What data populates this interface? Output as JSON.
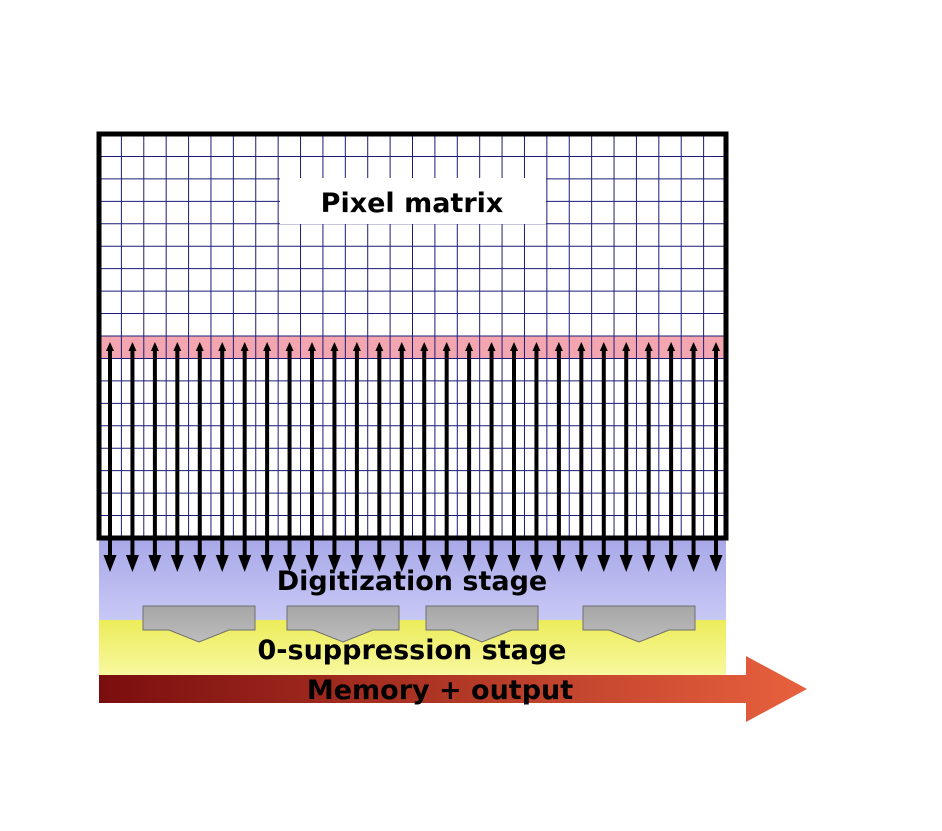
{
  "labels": {
    "pixel_matrix": "Pixel matrix",
    "digitization": "Digitization stage",
    "suppression": "0-suppression stage",
    "memory_output": "Memory + output"
  },
  "colors": {
    "grid_line": "#1c1c78",
    "selected_row": "#f4a6b0",
    "digitization_top": "#a8a8e8",
    "digitization_bottom": "#c8c8f6",
    "suppression_top": "#ecec5a",
    "suppression_bottom": "#f8f8a0",
    "memory_start": "#7a0e0e",
    "memory_end": "#e8613e",
    "block_fill": "#a6a6a6"
  },
  "grid": {
    "columns": 28,
    "rows": 18,
    "highlighted_row": 9
  },
  "readout": {
    "column_lines": 28,
    "suppression_blocks": 4
  }
}
